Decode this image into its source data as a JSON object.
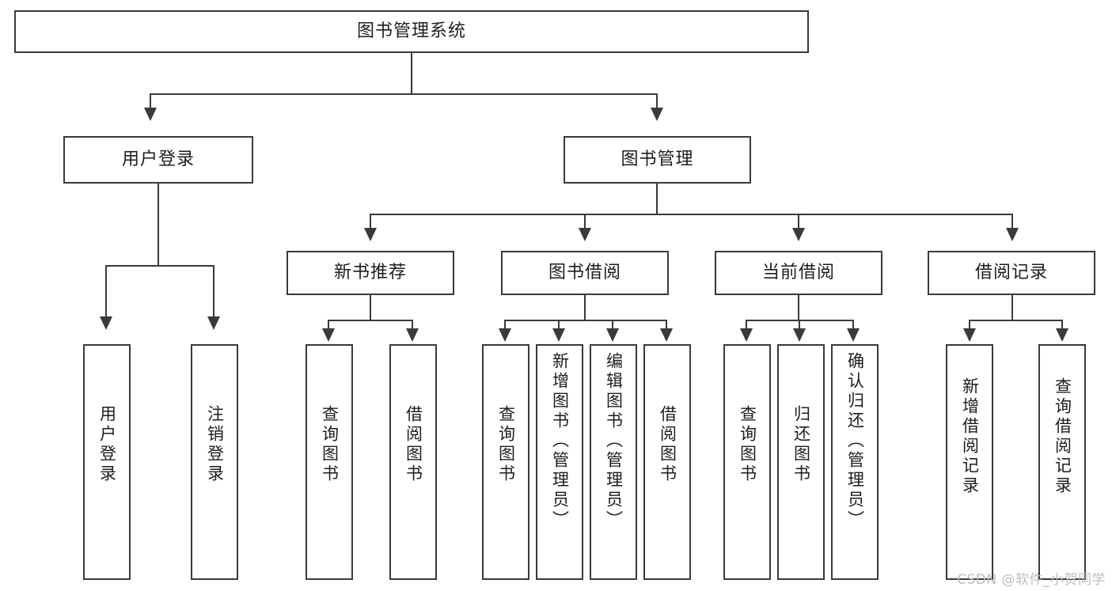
{
  "diagram": {
    "type": "tree-hierarchy",
    "title": "图书管理系统",
    "root": {
      "label": "图书管理系统"
    },
    "level2": [
      {
        "label": "用户登录"
      },
      {
        "label": "图书管理"
      }
    ],
    "level3": [
      {
        "label": "新书推荐"
      },
      {
        "label": "图书借阅"
      },
      {
        "label": "当前借阅"
      },
      {
        "label": "借阅记录"
      }
    ],
    "leaves": {
      "user_login": [
        {
          "label": "用户登录"
        },
        {
          "label": "注销登录"
        }
      ],
      "new_book_recommend": [
        {
          "label": "查询图书"
        },
        {
          "label": "借阅图书"
        }
      ],
      "book_borrow": [
        {
          "label": "查询图书"
        },
        {
          "label": "新增图书（管理员）"
        },
        {
          "label": "编辑图书（管理员）"
        },
        {
          "label": "借阅图书"
        }
      ],
      "current_borrow": [
        {
          "label": "查询图书"
        },
        {
          "label": "归还图书"
        },
        {
          "label": "确认归还（管理员）"
        }
      ],
      "borrow_record": [
        {
          "label": "新增借阅记录"
        },
        {
          "label": "查询借阅记录"
        }
      ]
    }
  },
  "watermark": {
    "text": "CSDN @软件_小贺同学"
  },
  "colors": {
    "stroke": "#3a3a3a",
    "background": "#ffffff",
    "text": "#1d1d1d",
    "watermark": "#bdbdbd"
  }
}
